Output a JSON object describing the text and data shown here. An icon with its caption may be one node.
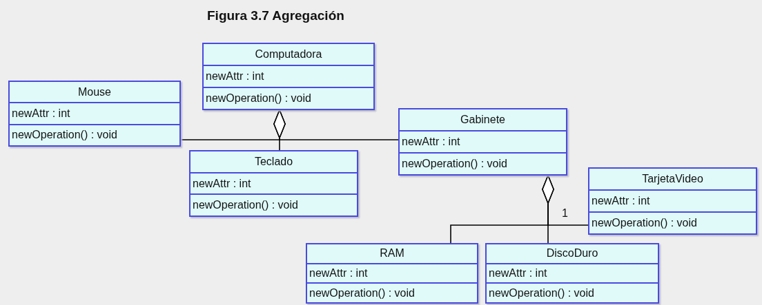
{
  "diagram": {
    "title": "Figura 3.7 Agregación",
    "nodes": [
      {
        "text": [
          "Computadora",
          "newAttr : int",
          "newOperation() : void"
        ]
      },
      {
        "text": [
          "Mouse",
          "newAttr : int",
          "newOperation() : void"
        ]
      },
      {
        "text": [
          "Teclado",
          "newAttr : int",
          "newOperation() : void"
        ]
      },
      {
        "text": [
          "Gabinete",
          "newAttr : int",
          "newOperation() : void"
        ]
      },
      {
        "text": [
          "TarjetaVideo",
          "newAttr : int",
          "newOperation() : void"
        ]
      },
      {
        "text": [
          "RAM",
          "newAttr : int",
          "newOperation() : void"
        ]
      },
      {
        "text": [
          "DiscoDuro",
          "newAttr : int",
          "newOperation() : void"
        ]
      }
    ],
    "edges": [
      {
        "from": 0,
        "to": 1,
        "arrow": "other"
      },
      {
        "from": 0,
        "to": 2,
        "arrow": "other"
      },
      {
        "from": 0,
        "to": 3,
        "arrow": "other"
      },
      {
        "from": 3,
        "to": 5,
        "arrow": "other"
      },
      {
        "from": 3,
        "to": 6,
        "arrow": "other"
      },
      {
        "from": 3,
        "to": 4,
        "arrow": "other",
        "label": "1"
      }
    ]
  }
}
